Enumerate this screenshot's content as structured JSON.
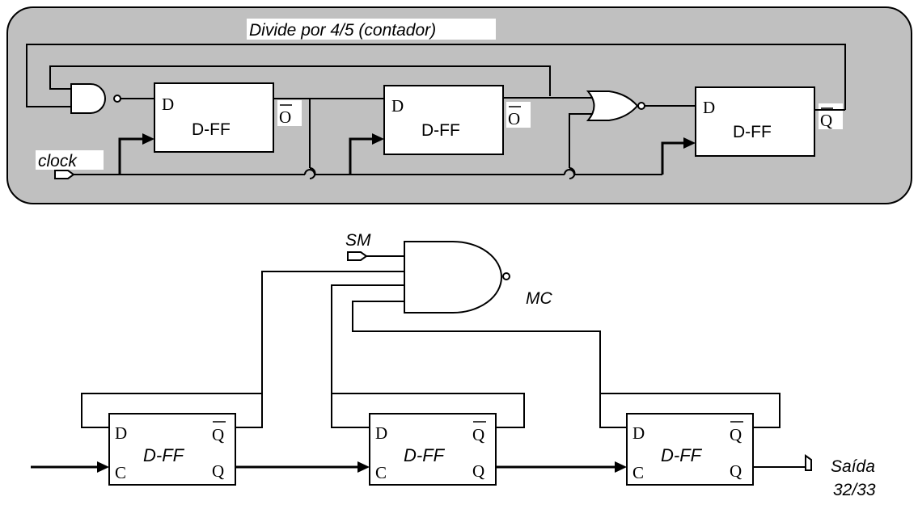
{
  "counter": {
    "title": "Divide por 4/5 (contador)",
    "ff_label": "D-FF",
    "pin_d": "D",
    "pin_qbar": "O",
    "pin_qbar_last": "Q"
  },
  "inputs": {
    "clock": "clock",
    "sm": "SM"
  },
  "labels": {
    "mc": "MC",
    "output_line1": "Saída",
    "output_line2": "32/33"
  },
  "bottom_ff": {
    "label": "D-FF",
    "pin_d": "D",
    "pin_c": "C",
    "pin_q": "Q",
    "pin_qbar": "Q"
  },
  "colors": {
    "counter_background": "#c0c0c0",
    "stroke": "#000000",
    "box_fill": "#ffffff"
  }
}
